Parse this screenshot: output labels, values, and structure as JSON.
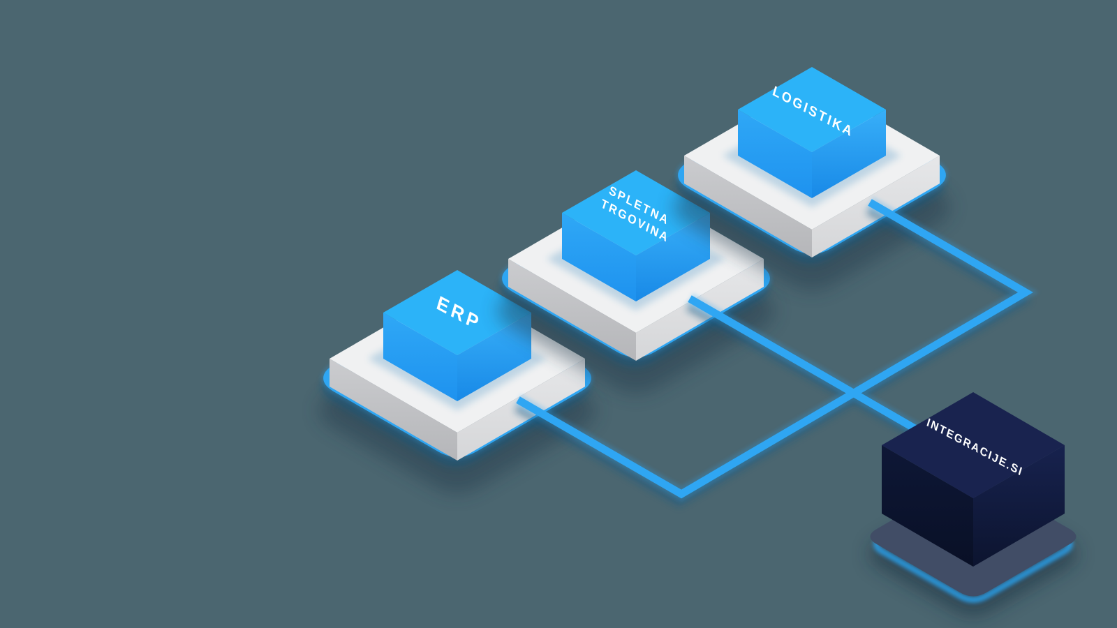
{
  "diagram": {
    "type": "isometric-integration-diagram",
    "background_color": "#4B6670",
    "accent_color": "#2FA6F3",
    "nodes": [
      {
        "id": "erp",
        "label": "ERP",
        "style": "blue-cube-on-white-platform"
      },
      {
        "id": "spletna-trgovina",
        "label": "SPLETNA TRGOVINA",
        "label_line1": "SPLETNA",
        "label_line2": "TRGOVINA",
        "style": "blue-cube-on-white-platform"
      },
      {
        "id": "logistika",
        "label": "LOGISTIKA",
        "style": "blue-cube-on-white-platform"
      },
      {
        "id": "integracije-si",
        "label": "INTEGRACIJE.SI",
        "style": "dark-navy-cube"
      }
    ],
    "connectors": [
      {
        "from": "ERP",
        "to": "LOGISTIKA",
        "shape": "zigzag line passing behind SPLETNA TRGOVINA connector"
      },
      {
        "from": "SPLETNA TRGOVINA",
        "to": "INTEGRACIJE.SI",
        "shape": "straight isometric line crossing the ERP-LOGISTIKA line"
      }
    ],
    "colors": {
      "background": "#4B6670",
      "line_blue": "#2FA6F3",
      "ring_blue": "#2FA6F3",
      "cube_top": "#2CB3F8",
      "cube_left_top": "#2FA8F6",
      "cube_left_bottom": "#1E92EF",
      "cube_right_top": "#38AFF8",
      "cube_right_bottom": "#1889E7",
      "platform_top": "#F0F1F2",
      "platform_left": "#C4C5C8",
      "platform_right": "#E2E3E5",
      "dark_cube_top": "#19234F",
      "dark_cube_left": "#0D1634",
      "dark_cube_right": "#141F49",
      "dark_cube_base_slab": "#414D66",
      "label_text": "#FFFFFF"
    }
  }
}
